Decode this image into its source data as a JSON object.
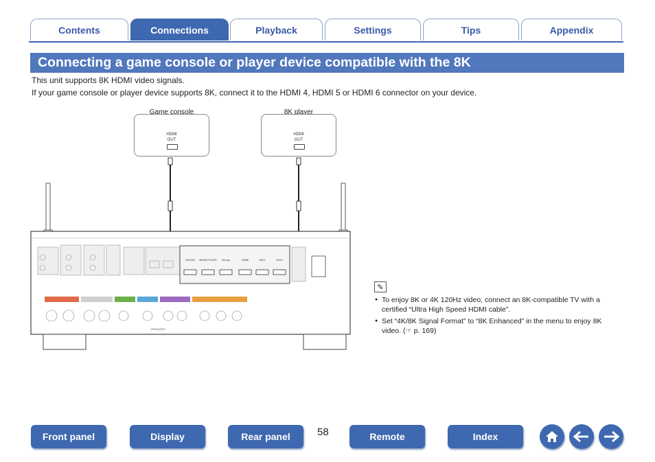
{
  "tabs": [
    {
      "label": "Contents",
      "active": false
    },
    {
      "label": "Connections",
      "active": true
    },
    {
      "label": "Playback",
      "active": false
    },
    {
      "label": "Settings",
      "active": false
    },
    {
      "label": "Tips",
      "active": false
    },
    {
      "label": "Appendix",
      "active": false
    }
  ],
  "title": "Connecting a game console or player device compatible with the 8K",
  "intro": [
    "This unit supports 8K HDMI video signals.",
    "If your game console or player device supports 8K, connect it to the HDMI 4, HDMI 5 or HDMI 6 connector on your device."
  ],
  "devices": [
    {
      "label": "Game console",
      "port_line1": "HDMI",
      "port_line2": "OUT"
    },
    {
      "label": "8K player",
      "port_line1": "HDMI",
      "port_line2": "OUT"
    }
  ],
  "receiver": {
    "hdmi_ports": [
      "CBL/SAT",
      "MEDIA PLAYER",
      "Blu-ray",
      "GAME",
      "AUX1",
      "AUX2"
    ],
    "speakers_label": "SPEAKERS"
  },
  "notes": [
    "To enjoy 8K or 4K 120Hz video, connect an 8K-compatible TV with a certified “Ultra High Speed HDMI cable”.",
    "Set “4K/8K Signal Format” to “8K Enhanced” in the menu to enjoy 8K video.",
    "p. 169"
  ],
  "nav": {
    "front_panel": "Front panel",
    "display": "Display",
    "rear_panel": "Rear panel",
    "page": "58",
    "remote": "Remote",
    "index": "Index"
  },
  "icons": {
    "home": "home-icon",
    "back": "arrow-left-icon",
    "forward": "arrow-right-icon",
    "note": "pencil-icon",
    "ref": "hand-pointer-icon"
  },
  "colors": {
    "accent": "#3e68b0",
    "title_bg": "#5177bd"
  }
}
